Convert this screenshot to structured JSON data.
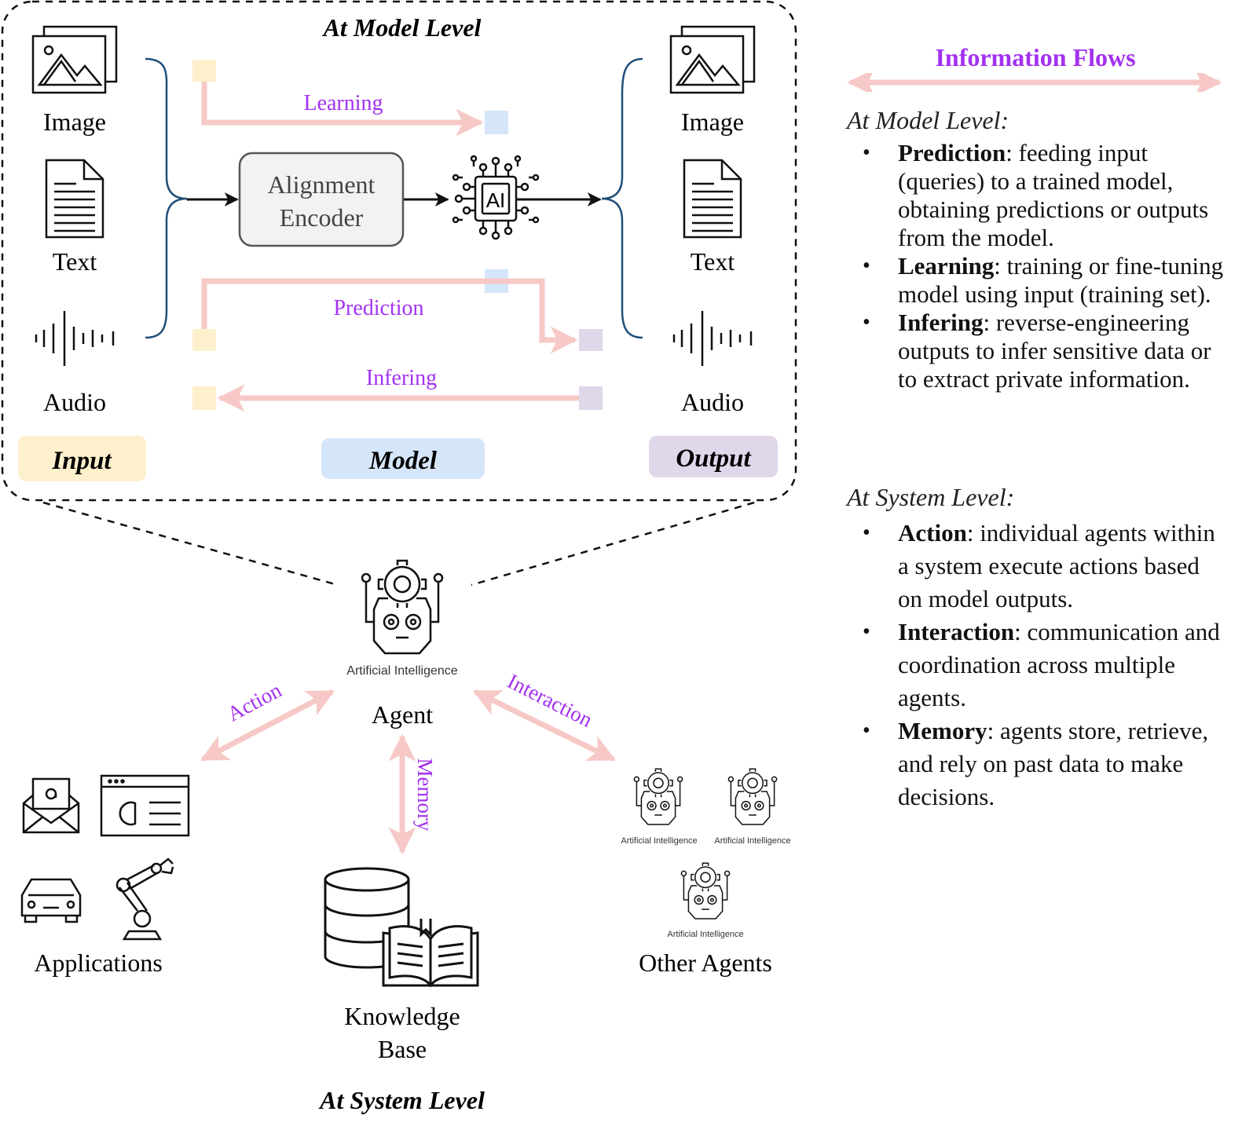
{
  "model_level": {
    "title": "At Model Level",
    "input_items": [
      "Image",
      "Text",
      "Audio"
    ],
    "output_items": [
      "Image",
      "Text",
      "Audio"
    ],
    "encoder_label": [
      "Alignment",
      "Encoder"
    ],
    "ai_chip_label": "AI",
    "flow_labels": {
      "learning": "Learning",
      "prediction": "Prediction",
      "infering": "Infering"
    },
    "tags": {
      "input": "Input",
      "model": "Model",
      "output": "Output"
    }
  },
  "system_level": {
    "title": "At System Level",
    "agent_caption": "Artificial Intelligence",
    "agent_label": "Agent",
    "flow_labels": {
      "action": "Action",
      "interaction": "Interaction",
      "memory": "Memory"
    },
    "applications_label": "Applications",
    "knowledge_label": [
      "Knowledge",
      "Base"
    ],
    "other_agents_label": "Other Agents",
    "other_agent_caption": "Artificial Intelligence"
  },
  "legend": {
    "title": "Information Flows",
    "model_heading": "At Model Level:",
    "model_items": [
      {
        "term": "Prediction",
        "desc": ": feeding input (queries) to a trained model, obtaining predictions or outputs from the model."
      },
      {
        "term": "Learning",
        "desc": ": training or fine-tuning model using input (training set)."
      },
      {
        "term": "Infering",
        "desc": ": reverse-engineering outputs to infer sensitive data or to extract private information."
      }
    ],
    "system_heading": "At System Level:",
    "system_items": [
      {
        "term": "Action",
        "desc": ": individual agents within a system execute actions based on model outputs."
      },
      {
        "term": "Interaction",
        "desc": ": communication and coordination across multiple agents."
      },
      {
        "term": "Memory",
        "desc": ": agents store, retrieve, and rely on past data to make decisions."
      }
    ]
  },
  "colors": {
    "flow_arrow": "#f6c9c6",
    "flow_label": "#a331f0",
    "input_tag": "#fdf0cc",
    "model_tag": "#d6e6fa",
    "output_tag": "#e0d7ea",
    "input_square": "#fdf0cc",
    "model_square": "#d6e6fa",
    "output_square": "#e0d7ea",
    "brace": "#1f4e79"
  }
}
